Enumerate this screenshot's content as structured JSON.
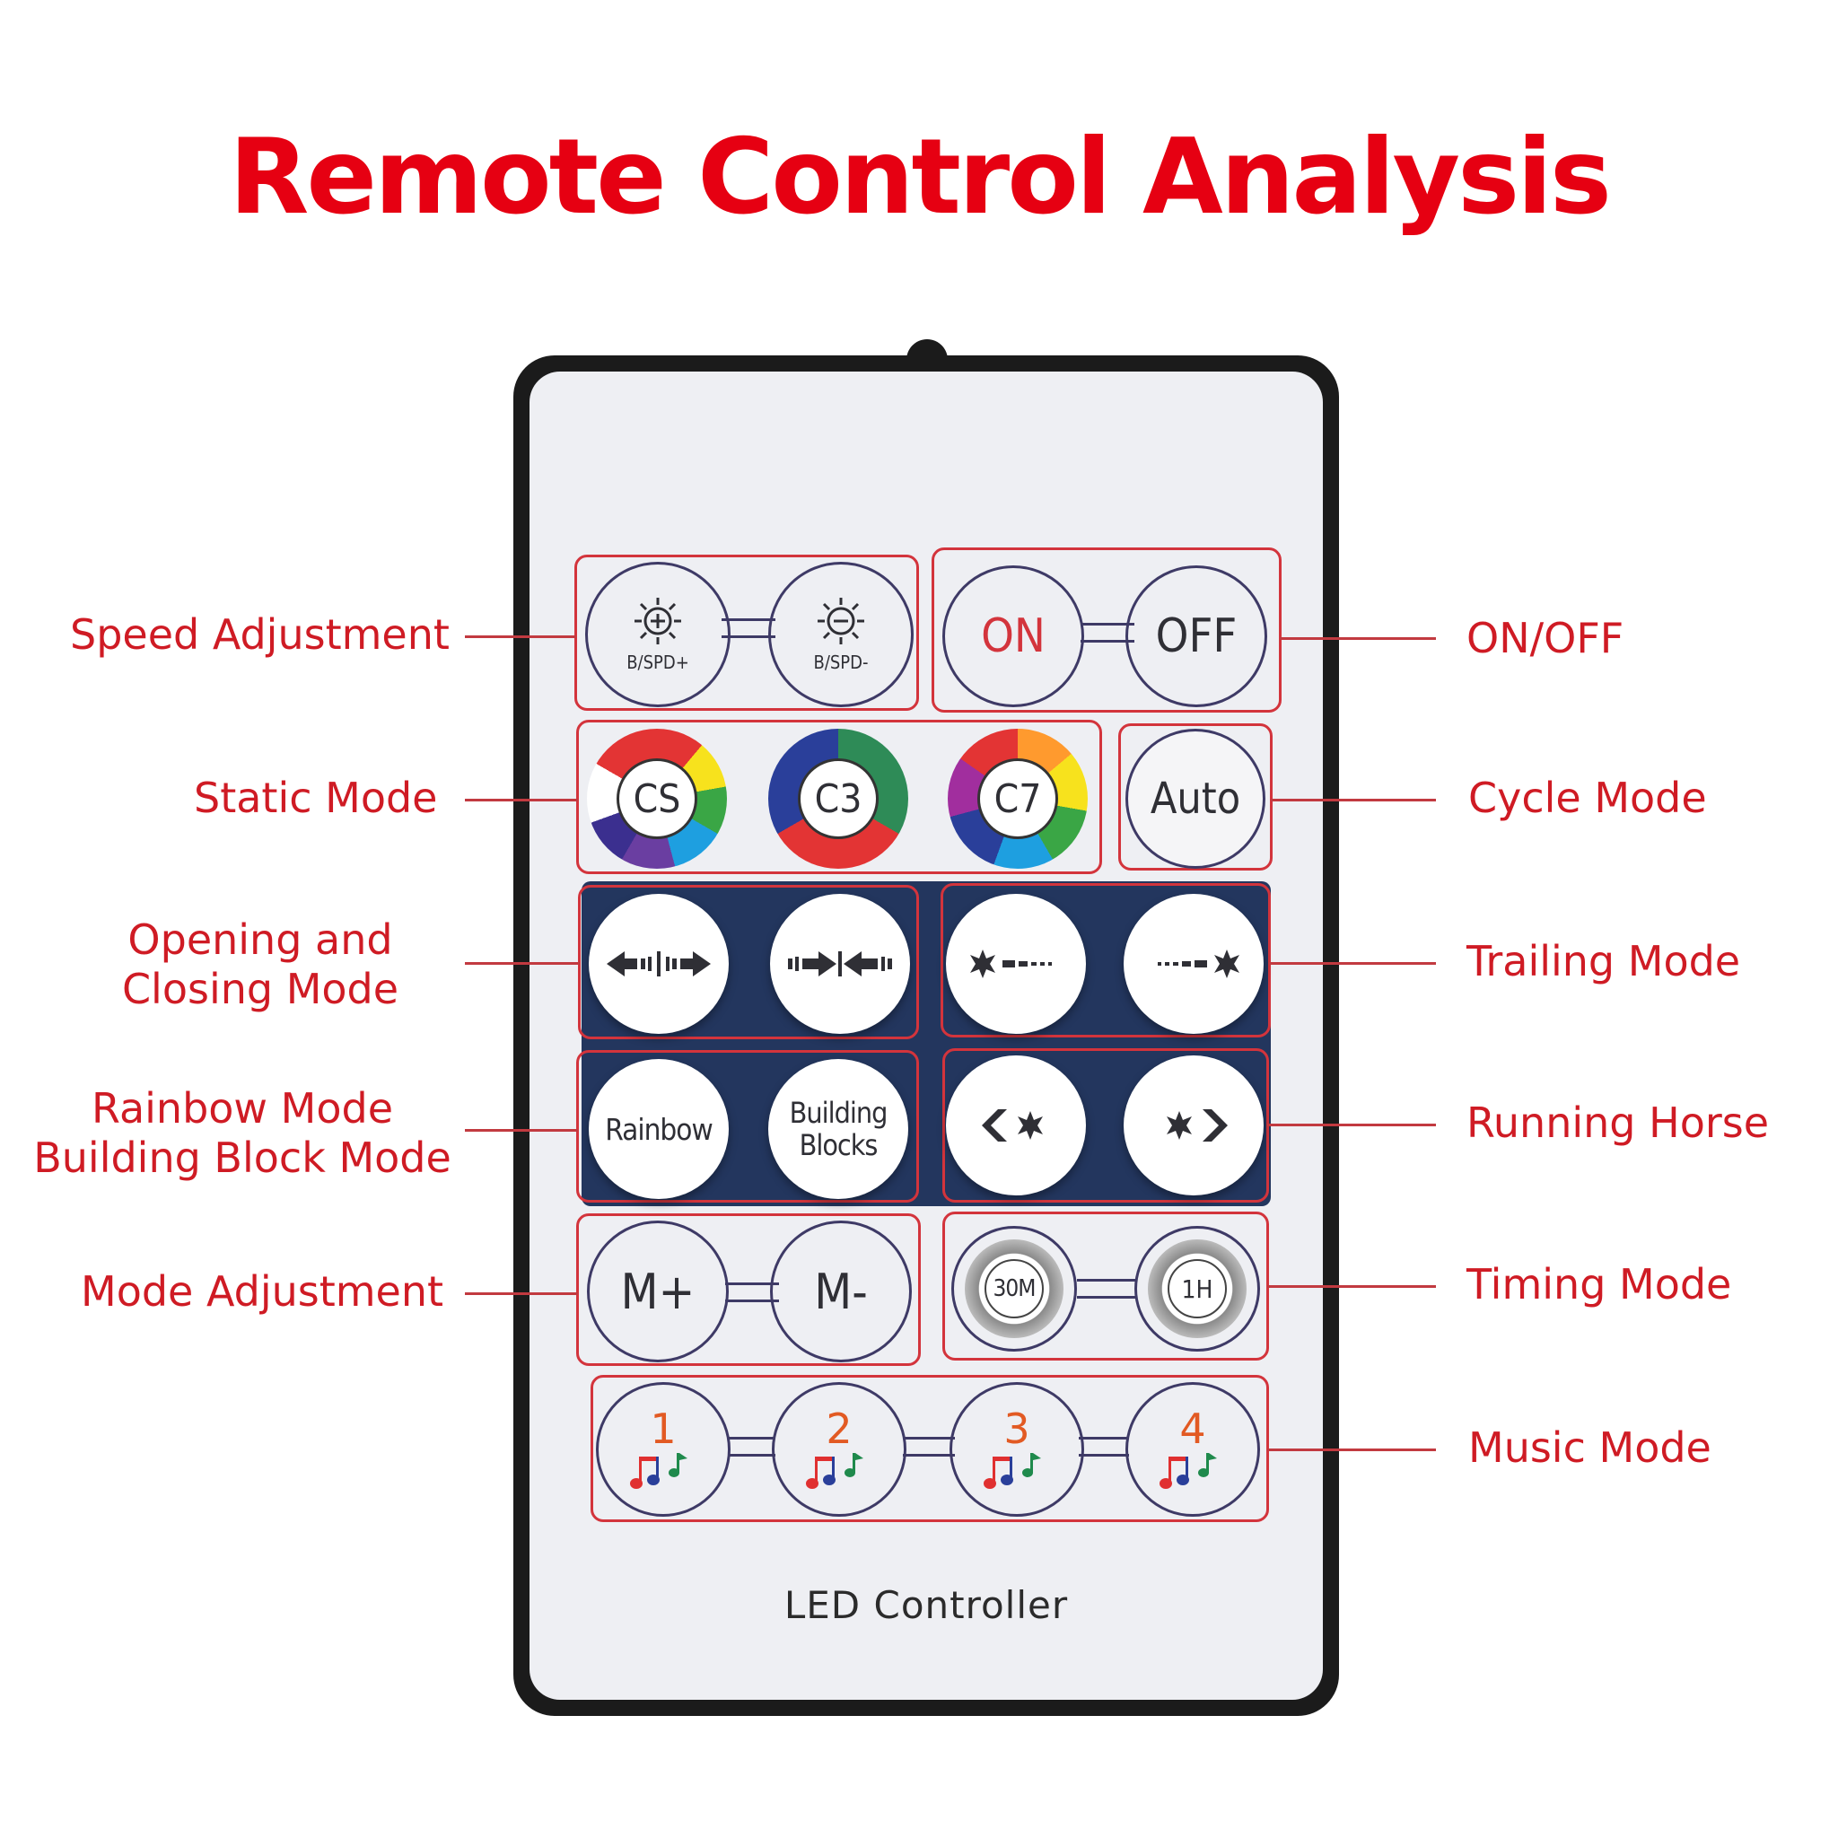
{
  "title": "Remote Control Analysis",
  "footer": "LED Controller",
  "labels": {
    "speed": "Speed Adjustment",
    "onoff": "ON/OFF",
    "static": "Static Mode",
    "cycle": "Cycle Mode",
    "opening_1": "Opening and",
    "opening_2": "Closing Mode",
    "trailing": "Trailing Mode",
    "rainbow_1": "Rainbow Mode",
    "rainbow_2": "Building Block Mode",
    "running": "Running Horse",
    "mode_adj": "Mode Adjustment",
    "timing": "Timing Mode",
    "music": "Music Mode"
  },
  "buttons": {
    "brightness_up": "B/SPD+",
    "brightness_down": "B/SPD-",
    "on": "ON",
    "off": "OFF",
    "cs": "CS",
    "c3": "C3",
    "c7": "C7",
    "auto": "Auto",
    "rainbow": "Rainbow",
    "building_1": "Building",
    "building_2": "Blocks",
    "m_plus": "M+",
    "m_minus": "M-",
    "timer_30m": "30M",
    "timer_1h": "1H",
    "music": [
      "1",
      "2",
      "3",
      "4"
    ]
  },
  "icons": {
    "sun_plus": "sun-plus-icon",
    "sun_minus": "sun-minus-icon",
    "opening": "arrows-outward-icon",
    "closing": "arrows-inward-icon",
    "trail_left": "star-trail-left-icon",
    "trail_right": "star-trail-right-icon",
    "run_left": "chevron-star-left-icon",
    "run_right": "star-chevron-right-icon",
    "music_note": "music-notes-icon"
  },
  "colors": {
    "title": "#e60012",
    "label": "#cf1b24",
    "group_border": "#d3343c",
    "on_text": "#d3343c",
    "panel": "#23365e",
    "music_number": "#e25a23"
  }
}
